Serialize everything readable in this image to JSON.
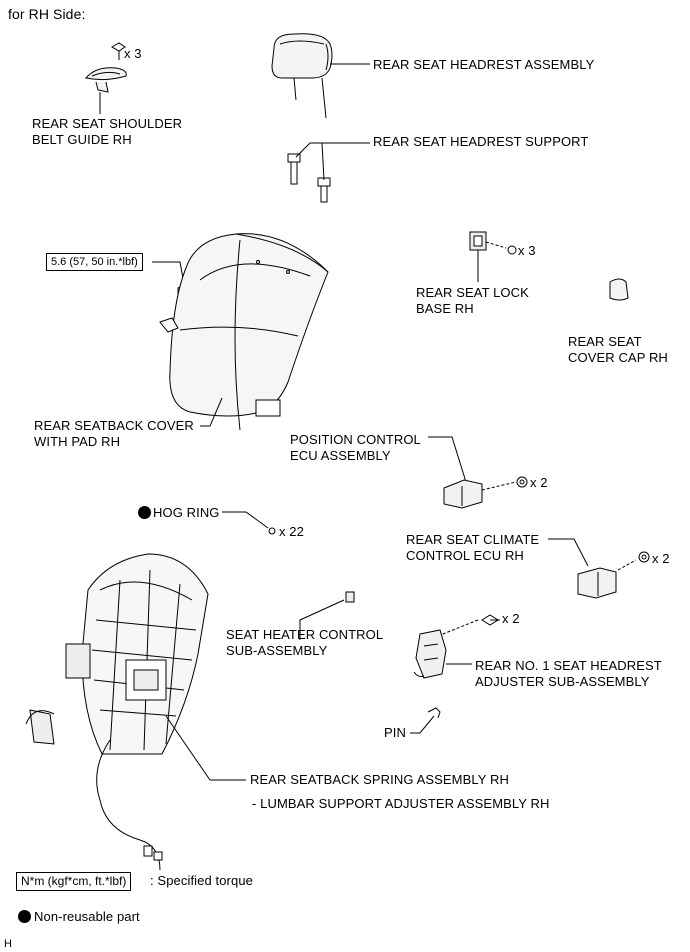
{
  "header": {
    "title": "for RH Side:"
  },
  "labels": {
    "shoulder_belt_guide": "REAR SEAT SHOULDER\nBELT GUIDE RH",
    "shoulder_belt_qty": "x 3",
    "headrest_assembly": "REAR SEAT HEADREST ASSEMBLY",
    "headrest_support": "REAR SEAT HEADREST SUPPORT",
    "lock_base": "REAR SEAT LOCK\nBASE RH",
    "lock_base_qty": "x 3",
    "cover_cap": "REAR SEAT\nCOVER CAP RH",
    "seatback_cover": "REAR SEATBACK COVER\nWITH PAD RH",
    "position_ecu": "POSITION CONTROL\nECU ASSEMBLY",
    "position_ecu_qty": "x 2",
    "hog_ring": "HOG RING",
    "hog_ring_qty": "x 22",
    "climate_ecu": "REAR SEAT CLIMATE\nCONTROL ECU RH",
    "climate_ecu_qty": "x 2",
    "heater_control": "SEAT HEATER CONTROL\nSUB-ASSEMBLY",
    "headrest_adjuster_qty": "x 2",
    "headrest_adjuster": "REAR NO. 1 SEAT HEADREST\nADJUSTER SUB-ASSEMBLY",
    "pin": "PIN",
    "spring_assembly": "REAR SEATBACK SPRING ASSEMBLY RH",
    "lumbar": "- LUMBAR SUPPORT ADJUSTER ASSEMBLY RH",
    "torque_value": "5.6 (57, 50 in.*lbf)"
  },
  "legend": {
    "torque_unit": "N*m (kgf*cm, ft.*lbf)",
    "torque_text": ": Specified torque",
    "non_reusable_text": "Non-reusable part"
  },
  "footer": {
    "code": "H"
  }
}
